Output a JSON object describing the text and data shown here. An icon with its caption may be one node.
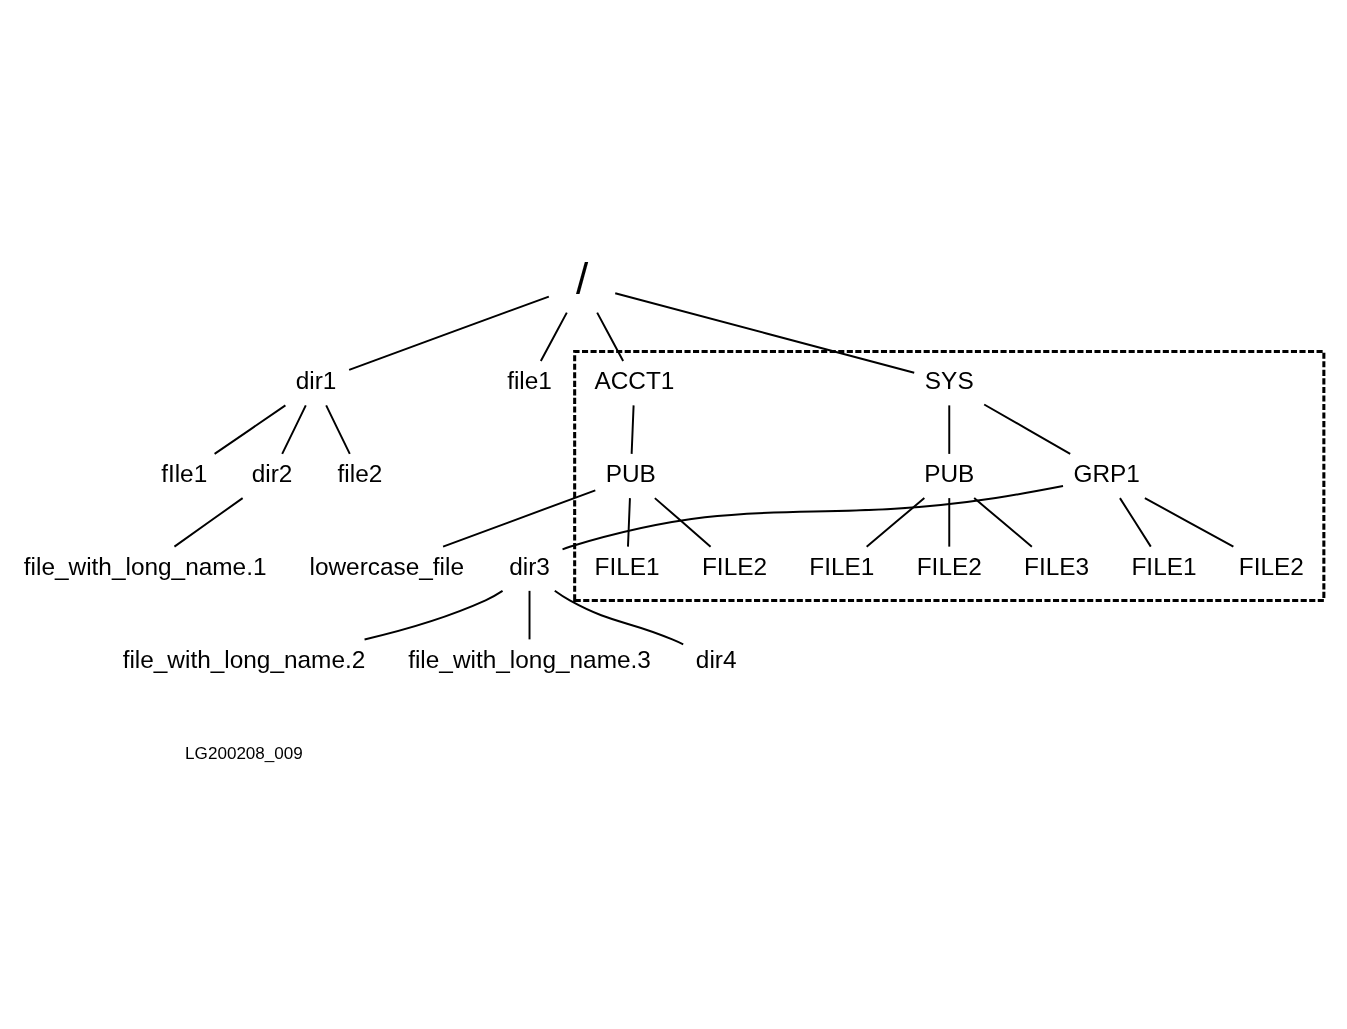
{
  "diagram": {
    "nodes": [
      {
        "text": [
          "/"
        ]
      },
      {
        "text": [
          "dir1"
        ]
      },
      {
        "text": [
          "file1"
        ]
      },
      {
        "text": [],
        "shape": "box"
      },
      {
        "text": [
          "SYS"
        ],
        "in": 3
      },
      {
        "text": [
          "ACCT1"
        ],
        "in": 3
      },
      {
        "text": [
          "fIle1"
        ]
      },
      {
        "text": [
          "dir2"
        ]
      },
      {
        "text": [
          "file2"
        ]
      },
      {
        "text": [
          "PUB"
        ],
        "in": 3
      },
      {
        "text": [
          "GRP1"
        ],
        "in": 3
      },
      {
        "text": [
          "PUB"
        ],
        "in": 3
      },
      {
        "text": [
          "file_with_long_name.1"
        ]
      },
      {
        "text": [
          "FILE1"
        ],
        "in": 3
      },
      {
        "text": [
          "FILE2"
        ],
        "in": 3
      },
      {
        "text": [
          "FILE3"
        ],
        "in": 3
      },
      {
        "text": [
          "FILE1"
        ],
        "in": 3
      },
      {
        "text": [
          "FILE2"
        ],
        "in": 3
      },
      {
        "text": [
          "FILE1"
        ],
        "in": 3
      },
      {
        "text": [
          "FILE2"
        ],
        "in": 3
      },
      {
        "text": [
          "dir3"
        ]
      },
      {
        "text": [
          "lowercase_file"
        ]
      },
      {
        "text": [
          "file_with_long_name.2"
        ]
      },
      {
        "text": [
          "file_with_long_name.3"
        ]
      },
      {
        "text": [
          "dir4"
        ]
      }
    ],
    "edges": [
      {
        "from": 0,
        "to": 1,
        "arrow": "none"
      },
      {
        "from": 0,
        "to": 2,
        "arrow": "none"
      },
      {
        "from": 0,
        "to": 4,
        "arrow": "none"
      },
      {
        "from": 0,
        "to": 5,
        "arrow": "none"
      },
      {
        "from": 1,
        "to": 6,
        "arrow": "none"
      },
      {
        "from": 1,
        "to": 7,
        "arrow": "none"
      },
      {
        "from": 1,
        "to": 8,
        "arrow": "none"
      },
      {
        "from": 7,
        "to": 12,
        "arrow": "none"
      },
      {
        "from": 4,
        "to": 9,
        "arrow": "none"
      },
      {
        "from": 4,
        "to": 10,
        "arrow": "none"
      },
      {
        "from": 5,
        "to": 11,
        "arrow": "none"
      },
      {
        "from": 9,
        "to": 13,
        "arrow": "none"
      },
      {
        "from": 9,
        "to": 14,
        "arrow": "none"
      },
      {
        "from": 9,
        "to": 15,
        "arrow": "none"
      },
      {
        "from": 10,
        "to": 16,
        "arrow": "none"
      },
      {
        "from": 10,
        "to": 17,
        "arrow": "none"
      },
      {
        "from": 10,
        "to": 20,
        "arrow": "none"
      },
      {
        "from": 11,
        "to": 18,
        "arrow": "none"
      },
      {
        "from": 11,
        "to": 19,
        "arrow": "none"
      },
      {
        "from": 11,
        "to": 21,
        "arrow": "none"
      },
      {
        "from": 20,
        "to": 22,
        "arrow": "none"
      },
      {
        "from": 20,
        "to": 23,
        "arrow": "none"
      },
      {
        "from": 20,
        "to": 24,
        "arrow": "none"
      }
    ],
    "labels": [
      "LG200208_009"
    ]
  }
}
